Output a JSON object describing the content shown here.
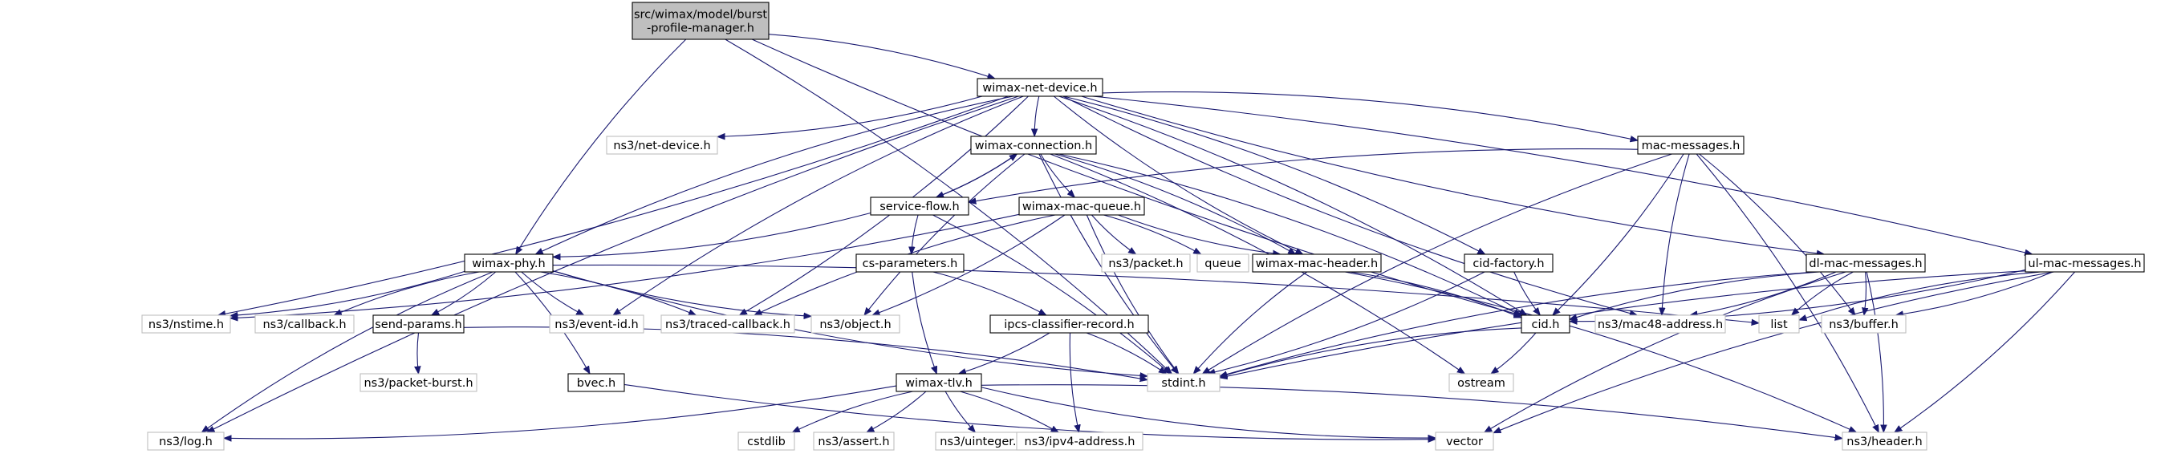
{
  "graph": {
    "edge_color": "#191970",
    "root_fill": "#bfbfbf",
    "external_border": "#bfbfbf",
    "nodes": [
      {
        "id": "root",
        "lines": [
          "src/wimax/model/burst",
          "-profile-manager.h"
        ],
        "kind": "root"
      },
      {
        "id": "wimax-net-device",
        "lines": [
          "wimax-net-device.h"
        ],
        "kind": "std"
      },
      {
        "id": "ns3-net-device",
        "lines": [
          "ns3/net-device.h"
        ],
        "kind": "ext"
      },
      {
        "id": "wimax-connection",
        "lines": [
          "wimax-connection.h"
        ],
        "kind": "std"
      },
      {
        "id": "mac-messages",
        "lines": [
          "mac-messages.h"
        ],
        "kind": "std"
      },
      {
        "id": "service-flow",
        "lines": [
          "service-flow.h"
        ],
        "kind": "std"
      },
      {
        "id": "wimax-mac-queue",
        "lines": [
          "wimax-mac-queue.h"
        ],
        "kind": "std"
      },
      {
        "id": "ns3-packet",
        "lines": [
          "ns3/packet.h"
        ],
        "kind": "ext"
      },
      {
        "id": "queue",
        "lines": [
          "queue"
        ],
        "kind": "ext"
      },
      {
        "id": "wimax-mac-header",
        "lines": [
          "wimax-mac-header.h"
        ],
        "kind": "std"
      },
      {
        "id": "cid-factory",
        "lines": [
          "cid-factory.h"
        ],
        "kind": "std"
      },
      {
        "id": "dl-mac-messages",
        "lines": [
          "dl-mac-messages.h"
        ],
        "kind": "std"
      },
      {
        "id": "ul-mac-messages",
        "lines": [
          "ul-mac-messages.h"
        ],
        "kind": "std"
      },
      {
        "id": "wimax-phy",
        "lines": [
          "wimax-phy.h"
        ],
        "kind": "std"
      },
      {
        "id": "cs-parameters",
        "lines": [
          "cs-parameters.h"
        ],
        "kind": "std"
      },
      {
        "id": "ns3-nstime",
        "lines": [
          "ns3/nstime.h"
        ],
        "kind": "ext"
      },
      {
        "id": "ns3-callback",
        "lines": [
          "ns3/callback.h"
        ],
        "kind": "ext"
      },
      {
        "id": "send-params",
        "lines": [
          "send-params.h"
        ],
        "kind": "std"
      },
      {
        "id": "ns3-event-id",
        "lines": [
          "ns3/event-id.h"
        ],
        "kind": "ext"
      },
      {
        "id": "ns3-traced-callback",
        "lines": [
          "ns3/traced-callback.h"
        ],
        "kind": "ext"
      },
      {
        "id": "ns3-object",
        "lines": [
          "ns3/object.h"
        ],
        "kind": "ext"
      },
      {
        "id": "ipcs-classifier-record",
        "lines": [
          "ipcs-classifier-record.h"
        ],
        "kind": "std"
      },
      {
        "id": "cid",
        "lines": [
          "cid.h"
        ],
        "kind": "std"
      },
      {
        "id": "ns3-mac48-address",
        "lines": [
          "ns3/mac48-address.h"
        ],
        "kind": "ext"
      },
      {
        "id": "list",
        "lines": [
          "list"
        ],
        "kind": "ext"
      },
      {
        "id": "ns3-buffer",
        "lines": [
          "ns3/buffer.h"
        ],
        "kind": "ext"
      },
      {
        "id": "ns3-packet-burst",
        "lines": [
          "ns3/packet-burst.h"
        ],
        "kind": "ext"
      },
      {
        "id": "bvec",
        "lines": [
          "bvec.h"
        ],
        "kind": "std"
      },
      {
        "id": "stdint",
        "lines": [
          "stdint.h"
        ],
        "kind": "ext"
      },
      {
        "id": "ostream",
        "lines": [
          "ostream"
        ],
        "kind": "ext"
      },
      {
        "id": "wimax-tlv",
        "lines": [
          "wimax-tlv.h"
        ],
        "kind": "std"
      },
      {
        "id": "ns3-log",
        "lines": [
          "ns3/log.h"
        ],
        "kind": "ext"
      },
      {
        "id": "cstdlib",
        "lines": [
          "cstdlib"
        ],
        "kind": "ext"
      },
      {
        "id": "ns3-assert",
        "lines": [
          "ns3/assert.h"
        ],
        "kind": "ext"
      },
      {
        "id": "ns3-uinteger",
        "lines": [
          "ns3/uinteger.h"
        ],
        "kind": "ext"
      },
      {
        "id": "ns3-ipv4-address",
        "lines": [
          "ns3/ipv4-address.h"
        ],
        "kind": "ext"
      },
      {
        "id": "vector",
        "lines": [
          "vector"
        ],
        "kind": "ext"
      },
      {
        "id": "ns3-header",
        "lines": [
          "ns3/header.h"
        ],
        "kind": "ext"
      }
    ],
    "edges": [
      [
        "root",
        "wimax-net-device"
      ],
      [
        "root",
        "wimax-phy"
      ],
      [
        "root",
        "stdint"
      ],
      [
        "root",
        "cid"
      ],
      [
        "wimax-net-device",
        "ns3-net-device"
      ],
      [
        "wimax-net-device",
        "wimax-connection"
      ],
      [
        "wimax-net-device",
        "mac-messages"
      ],
      [
        "wimax-net-device",
        "wimax-mac-header"
      ],
      [
        "wimax-net-device",
        "cid-factory"
      ],
      [
        "wimax-net-device",
        "dl-mac-messages"
      ],
      [
        "wimax-net-device",
        "ul-mac-messages"
      ],
      [
        "wimax-net-device",
        "wimax-phy"
      ],
      [
        "wimax-net-device",
        "ns3-nstime"
      ],
      [
        "wimax-net-device",
        "ns3-event-id"
      ],
      [
        "wimax-net-device",
        "ns3-traced-callback"
      ],
      [
        "wimax-net-device",
        "ns3-log"
      ],
      [
        "wimax-net-device",
        "cid"
      ],
      [
        "wimax-net-device",
        "ns3-mac48-address"
      ],
      [
        "wimax-connection",
        "service-flow"
      ],
      [
        "wimax-connection",
        "wimax-mac-queue"
      ],
      [
        "wimax-connection",
        "wimax-mac-header"
      ],
      [
        "wimax-connection",
        "ns3-object"
      ],
      [
        "wimax-connection",
        "cid"
      ],
      [
        "wimax-connection",
        "stdint"
      ],
      [
        "wimax-connection",
        "ostream"
      ],
      [
        "service-flow",
        "wimax-connection"
      ],
      [
        "service-flow",
        "wimax-phy"
      ],
      [
        "service-flow",
        "cs-parameters"
      ],
      [
        "service-flow",
        "stdint"
      ],
      [
        "mac-messages",
        "service-flow"
      ],
      [
        "mac-messages",
        "cid"
      ],
      [
        "mac-messages",
        "ns3-mac48-address"
      ],
      [
        "mac-messages",
        "ns3-buffer"
      ],
      [
        "mac-messages",
        "stdint"
      ],
      [
        "mac-messages",
        "ns3-header"
      ],
      [
        "wimax-mac-queue",
        "ns3-packet"
      ],
      [
        "wimax-mac-queue",
        "queue"
      ],
      [
        "wimax-mac-queue",
        "wimax-mac-header"
      ],
      [
        "wimax-mac-queue",
        "ns3-object"
      ],
      [
        "wimax-mac-queue",
        "ns3-traced-callback"
      ],
      [
        "wimax-mac-queue",
        "ns3-nstime"
      ],
      [
        "wimax-mac-queue",
        "stdint"
      ],
      [
        "wimax-mac-header",
        "cid"
      ],
      [
        "wimax-mac-header",
        "stdint"
      ],
      [
        "wimax-mac-header",
        "ns3-header"
      ],
      [
        "cid-factory",
        "cid"
      ],
      [
        "cid-factory",
        "stdint"
      ],
      [
        "cid",
        "stdint"
      ],
      [
        "cid",
        "ostream"
      ],
      [
        "dl-mac-messages",
        "cid"
      ],
      [
        "dl-mac-messages",
        "ns3-mac48-address"
      ],
      [
        "dl-mac-messages",
        "list"
      ],
      [
        "dl-mac-messages",
        "ns3-buffer"
      ],
      [
        "dl-mac-messages",
        "stdint"
      ],
      [
        "dl-mac-messages",
        "ns3-header"
      ],
      [
        "dl-mac-messages",
        "vector"
      ],
      [
        "ul-mac-messages",
        "cid"
      ],
      [
        "ul-mac-messages",
        "list"
      ],
      [
        "ul-mac-messages",
        "ns3-buffer"
      ],
      [
        "ul-mac-messages",
        "stdint"
      ],
      [
        "ul-mac-messages",
        "ns3-header"
      ],
      [
        "ul-mac-messages",
        "vector"
      ],
      [
        "wimax-phy",
        "ns3-nstime"
      ],
      [
        "wimax-phy",
        "ns3-callback"
      ],
      [
        "wimax-phy",
        "send-params"
      ],
      [
        "wimax-phy",
        "ns3-event-id"
      ],
      [
        "wimax-phy",
        "ns3-traced-callback"
      ],
      [
        "wimax-phy",
        "ns3-object"
      ],
      [
        "wimax-phy",
        "list"
      ],
      [
        "wimax-phy",
        "ns3-log"
      ],
      [
        "wimax-phy",
        "bvec"
      ],
      [
        "wimax-phy",
        "stdint"
      ],
      [
        "cs-parameters",
        "ipcs-classifier-record"
      ],
      [
        "cs-parameters",
        "wimax-tlv"
      ],
      [
        "ipcs-classifier-record",
        "wimax-tlv"
      ],
      [
        "ipcs-classifier-record",
        "ns3-ipv4-address"
      ],
      [
        "ipcs-classifier-record",
        "stdint"
      ],
      [
        "send-params",
        "ns3-packet-burst"
      ],
      [
        "send-params",
        "stdint"
      ],
      [
        "bvec",
        "vector"
      ],
      [
        "wimax-tlv",
        "ns3-log"
      ],
      [
        "wimax-tlv",
        "cstdlib"
      ],
      [
        "wimax-tlv",
        "ns3-assert"
      ],
      [
        "wimax-tlv",
        "ns3-uinteger"
      ],
      [
        "wimax-tlv",
        "ns3-ipv4-address"
      ],
      [
        "wimax-tlv",
        "vector"
      ],
      [
        "wimax-tlv",
        "ns3-header"
      ]
    ]
  }
}
